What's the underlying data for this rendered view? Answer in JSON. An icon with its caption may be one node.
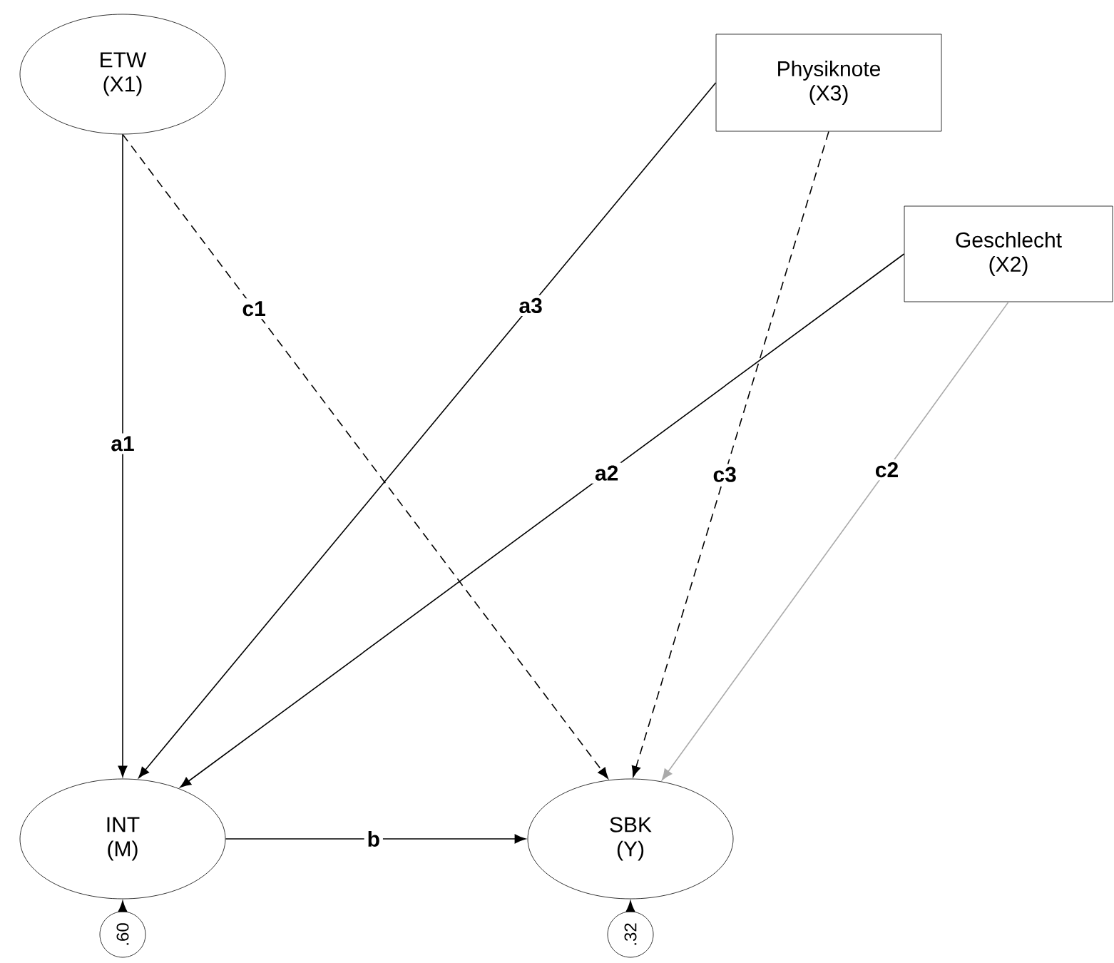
{
  "diagram": {
    "nodes": [
      {
        "text": [
          "ETW (X1)"
        ]
      },
      {
        "text": [
          "Physiknote (X3)"
        ]
      },
      {
        "text": [
          "Geschlecht (X2)"
        ]
      },
      {
        "text": [
          "INT (M)"
        ]
      },
      {
        "text": [
          "SBK (Y)"
        ]
      },
      {
        "text": [
          ".60"
        ]
      },
      {
        "text": [
          ".32"
        ]
      }
    ],
    "edges": [
      {
        "from": 0,
        "to": 3,
        "arrow": "to",
        "label": "a1"
      },
      {
        "from": 0,
        "to": 4,
        "arrow": "to",
        "label": "c1",
        "style": "dashed"
      },
      {
        "from": 1,
        "to": 3,
        "arrow": "to",
        "label": "a3"
      },
      {
        "from": 2,
        "to": 3,
        "arrow": "to",
        "label": "a2"
      },
      {
        "from": 1,
        "to": 4,
        "arrow": "to",
        "label": "c3",
        "style": "dashed"
      },
      {
        "from": 2,
        "to": 4,
        "arrow": "to",
        "label": "c2",
        "color": "#aaaaaa"
      },
      {
        "from": 3,
        "to": 4,
        "arrow": "to",
        "label": "b"
      },
      {
        "from": 5,
        "to": 3,
        "arrow": "to"
      },
      {
        "from": 6,
        "to": 4,
        "arrow": "to"
      }
    ]
  }
}
